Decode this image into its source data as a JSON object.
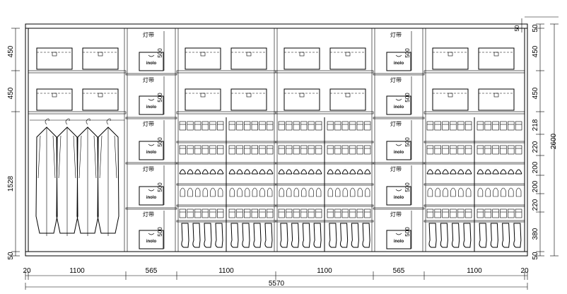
{
  "drawing": {
    "bottom_dims": [
      {
        "label": "20"
      },
      {
        "label": "1100"
      },
      {
        "label": "565"
      },
      {
        "label": "1100"
      },
      {
        "label": "1100"
      },
      {
        "label": "565"
      },
      {
        "label": "1100"
      },
      {
        "label": "20"
      }
    ],
    "total_width": "5570",
    "left_dims": [
      {
        "label": "450"
      },
      {
        "label": "450"
      },
      {
        "label": "1528"
      },
      {
        "label": "50"
      }
    ],
    "right_dims": [
      {
        "label": "50"
      },
      {
        "label": "450"
      },
      {
        "label": "450"
      },
      {
        "label": "218"
      },
      {
        "label": "220"
      },
      {
        "label": "200"
      },
      {
        "label": "200"
      },
      {
        "label": "220"
      },
      {
        "label": "380"
      },
      {
        "label": "50"
      }
    ],
    "total_height": "2600",
    "top_small_dims": [
      "50",
      "50"
    ],
    "light_strip_label": "灯带",
    "narrow_shelf_dim": "500",
    "brand_label": "inolo"
  }
}
